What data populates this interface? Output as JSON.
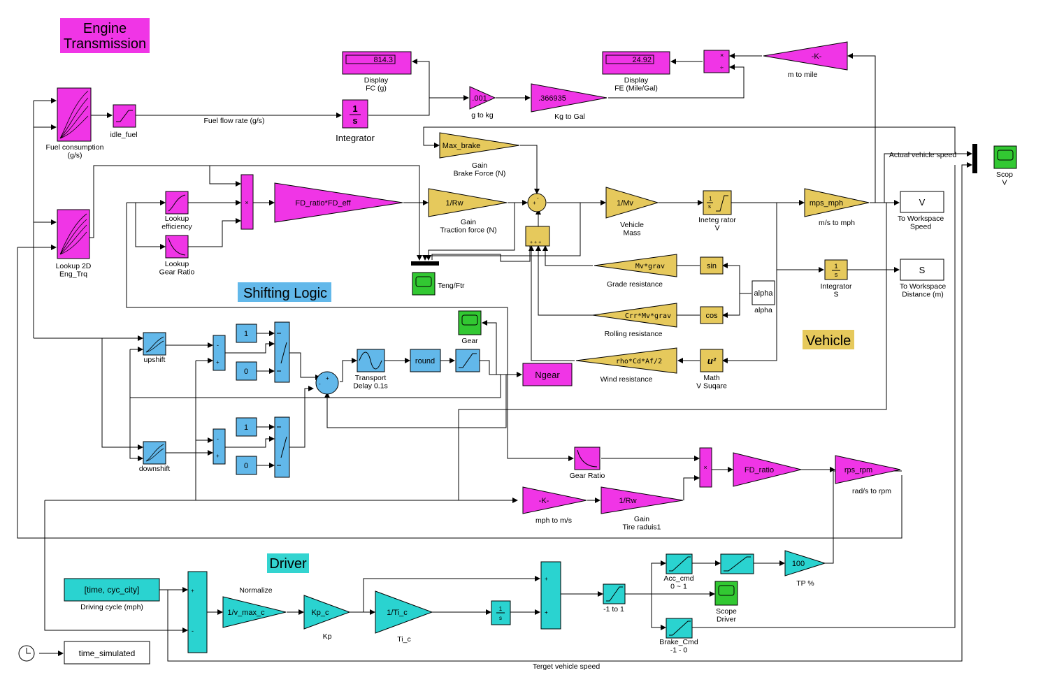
{
  "areas": {
    "engine": "Engine\nTransmission",
    "shifting": "Shifting Logic",
    "vehicle": "Vehicle",
    "driver": "Driver"
  },
  "colors": {
    "magenta": "#f035e6",
    "gold": "#e6c95c",
    "blue": "#62b8ea",
    "cyan": "#2ad3d0",
    "green": "#32c832",
    "vehicle_label_bg": "#e6c95c",
    "shifting_label_bg": "#62b8ea",
    "driver_label_bg": "#33d4d0"
  },
  "displays": {
    "fc_value": "814.3",
    "fe_value": "24.92"
  },
  "labels": {
    "display_fc": "Display\nFC (g)",
    "display_fe": "Display\nFE (Mile/Gal)",
    "m_to_mile": "m to mile",
    "g_to_kg": "g to kg",
    "kg_to_gal": "Kg to Gal",
    "fuel_consumption": "Fuel consumption\n(g/s)",
    "idle_fuel": "idle_fuel",
    "fuel_flow": "Fuel flow rate (g/s)",
    "integrator": "Integrator",
    "lookup_2d": "Lookup 2D\nEng_Trq",
    "lookup_eff": "Lookup\nefficiency",
    "lookup_gear": "Lookup\nGear Ratio",
    "gain_brake": "Gain\nBrake Force (N)",
    "gain_traction": "Gain\nTraction force (N)",
    "vehicle_mass": "Vehicle\nMass",
    "integrator_v": "Ineteg rator\nV",
    "ms_to_mph": "m/s to mph",
    "actual_speed": "Actual vehicle speed",
    "scope_v": "Scop\nV",
    "ws_speed": "To Workspace\nSpeed",
    "ws_distance": "To Workspace\nDistance (m)",
    "integrator_s": "Integrator\nS",
    "alpha": "alpha",
    "grade_res": "Grade resistance",
    "rolling_res": "Rolling resistance",
    "wind_res": "Wind resistance",
    "math_v": "Math\nV Suqare",
    "teng": "Teng/Ftr",
    "gear": "Gear",
    "upshift": "upshift",
    "downshift": "downshift",
    "transport": "Transport\nDelay 0.1s",
    "gear_ratio": "Gear Ratio",
    "rads_rpm": "rad/s to rpm",
    "mph_to_ms": "mph to m/s",
    "gain_tire": "Gain\nTire raduis1",
    "normalize": "Normalize",
    "driving_cycle": "Driving cycle (mph)",
    "kp": "Kp",
    "ti": "Ti_c",
    "acc_cmd": "Acc_cmd\n0 ~ 1",
    "brake_cmd": "Brake_Cmd\n-1 - 0",
    "minus1to1": "-1 to 1",
    "scope_driver": "Scope\nDriver",
    "tp": "TP %",
    "target_speed": "Terget vehicle speed"
  },
  "blocks": {
    "max_brake": "Max_brake",
    "one_rw": "1/Rw",
    "fd_ratio_eff": "FD_ratio*FD_eff",
    "one_mv": "1/Mv",
    "mps_mph": "mps_mph",
    "v_out": "V",
    "s_out": "S",
    "k_gain": "-K-",
    "g_kg": ".001",
    "kg_gal": ".366935",
    "mv_grav": "Mv*grav",
    "crr": "Crr*Mv*grav",
    "rho": "rho*Cd*Af/2",
    "sin": "sin",
    "cos": "cos",
    "u2": "u²",
    "alpha": "alpha",
    "ngear": "Ngear",
    "round": "round",
    "const1": "1",
    "const0": "0",
    "fd_ratio": "FD_ratio",
    "rps_rpm": "rps_rpm",
    "rw1": "1/Rw",
    "time_cyc": "[time, cyc_city]",
    "v_max": "1/v_max_c",
    "kp_c": "Kp_c",
    "ti_c": "1/Ti_c",
    "tp100": "100",
    "time_sim": "time_simulated",
    "one_s": "1",
    "s": "s"
  }
}
